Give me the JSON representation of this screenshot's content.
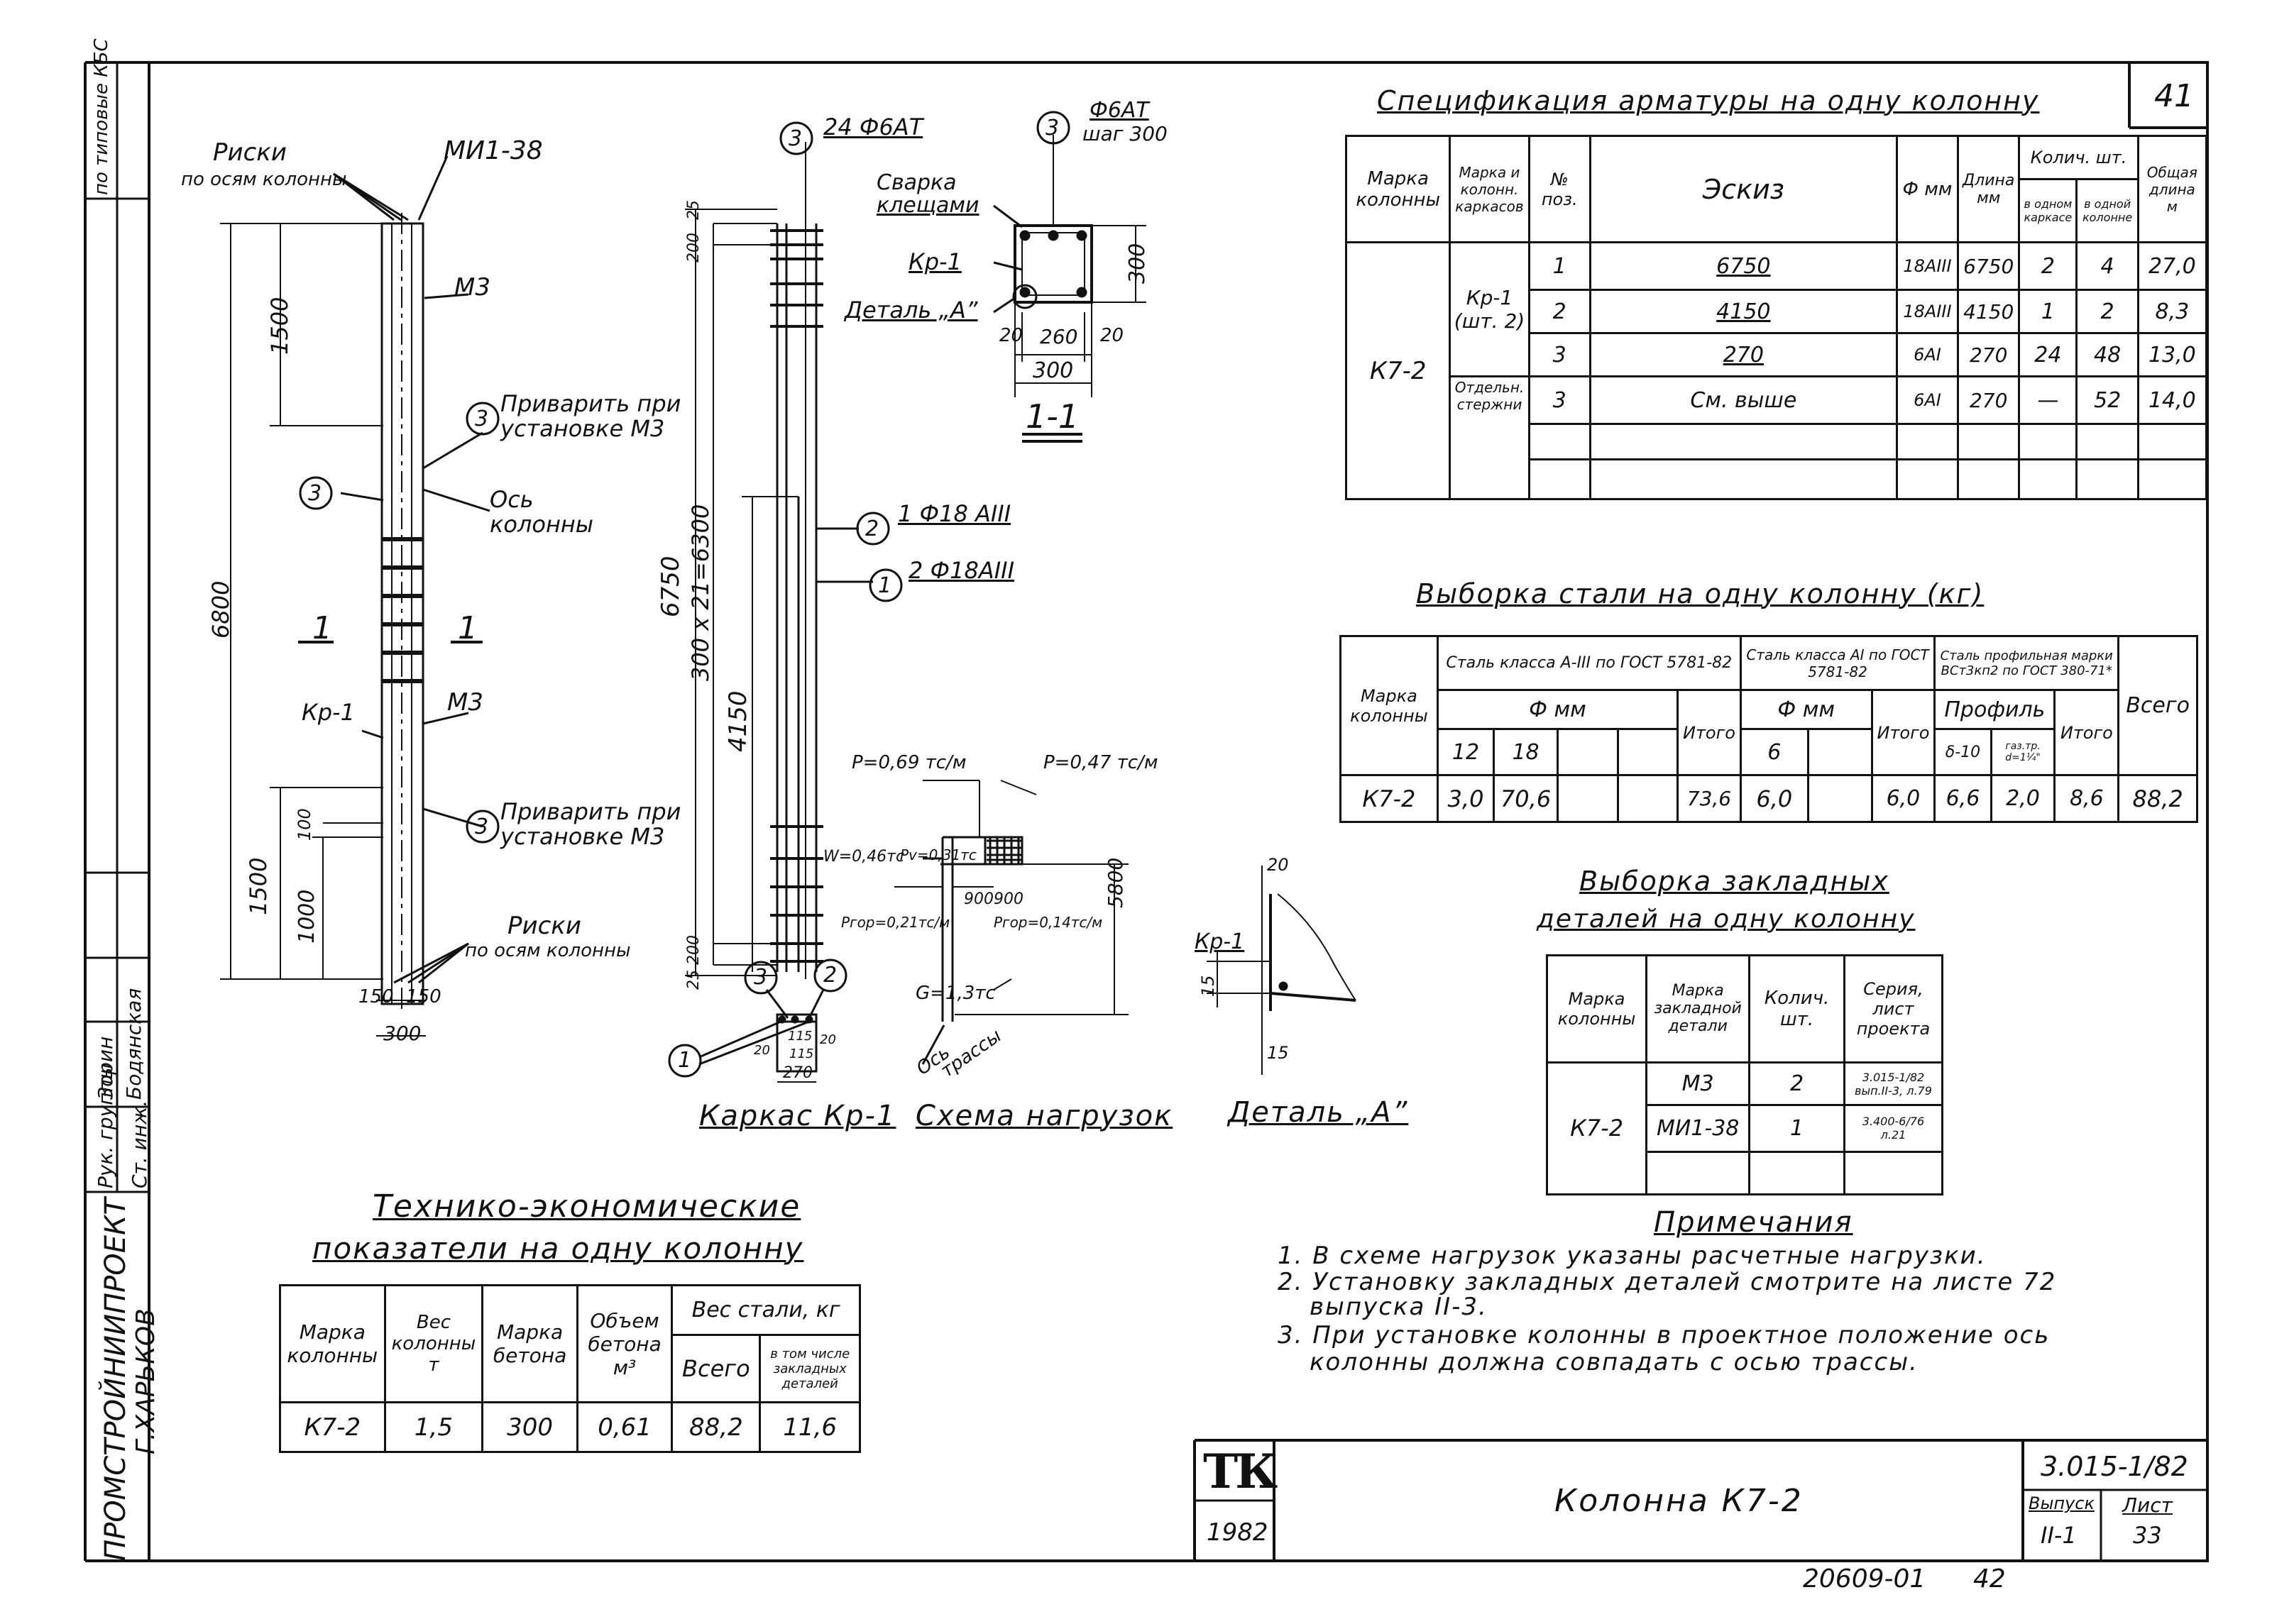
{
  "sheet": {
    "sheet_no_top": "41",
    "code": "3.015-1/82",
    "release_label": "Выпуск",
    "release_value": "II-1",
    "sheet_label": "Лист",
    "sheet_value": "33",
    "title": "Колонна К7-2",
    "logo": "ТК",
    "year": "1982",
    "archive_no": "20609-01",
    "archive_page": "42"
  },
  "left_strip": {
    "org": "ПРОМСТРОЙНИИПРОЕКТ",
    "city": "Г.ХАРЬКОВ",
    "rows": [
      {
        "role": "Ст. инж.",
        "name": ""
      },
      {
        "role": "Рук. группы",
        "name": "Зорин"
      },
      {
        "role": "",
        "name": "Бодянская"
      }
    ],
    "top_note": "по типовые КБС"
  },
  "drawing": {
    "column_view": {
      "riski_top": "Риски",
      "riski_top_sub": "по осям колонны",
      "mi_label": "МИ1-38",
      "m3_top": "М3",
      "m3_mid": "М3",
      "weld_text": "Приварить при",
      "weld_text2": "установке М3",
      "axis_label": "Ось",
      "axis_label2": "колонны",
      "section": "1",
      "frame_label": "Кр-1",
      "riski_bottom": "Риски",
      "riski_bottom_sub": "по осям колонны",
      "dims": [
        "1500",
        "6800",
        "1500",
        "1000",
        "100",
        "150",
        "150",
        "300"
      ],
      "callout": "3"
    },
    "frame_view": {
      "callout3": "3",
      "bar3": "24 Ф6АТ",
      "callout2": "2",
      "bar2": "1 Ф18 АIII",
      "callout1": "1",
      "bar1": "2 Ф18АIII",
      "dims": [
        "6750",
        "25",
        "200",
        "300 x 21=6300",
        "4150",
        "200",
        "25"
      ],
      "caption": "Каркас Кр-1"
    },
    "section_view": {
      "callout": "3",
      "bar": "Ф6АТ",
      "bar2": "шаг 300",
      "weld": "Сварка",
      "weld2": "клещами",
      "frame": "Кр-1",
      "detail": "Деталь „А”",
      "dims": [
        "300",
        "20",
        "260",
        "20",
        "300"
      ],
      "caption": "1-1"
    },
    "small_section": {
      "dims": [
        "20",
        "115",
        "20",
        "115",
        "270"
      ],
      "c1": "1",
      "c2": "2",
      "c3": "3"
    },
    "loads": {
      "p1": "P=0,69 тс/м",
      "p2": "P=0,47 тс/м",
      "w": "W=0,46тс",
      "pv": "Pv=0,31тс",
      "pgr1": "Pгор=0,21тс/м",
      "pgr2": "Pгор=0,14тс/м",
      "d1": "900",
      "d2": "900",
      "height": "5800",
      "g": "G=1,3тс",
      "axis": "Ось",
      "axis2": "трассы",
      "caption": "Схема нагрузок"
    },
    "detail_a": {
      "frame": "Кр-1",
      "d20": "20",
      "d15a": "15",
      "d15b": "15",
      "caption": "Деталь „А”"
    }
  },
  "spec": {
    "title": "Спецификация арматуры на одну колонну",
    "headers": {
      "mark": "Марка колонны",
      "frame": "Марка и колонн. каркасов",
      "pos": "№ поз.",
      "sketch": "Эскиз",
      "dia": "Ф мм",
      "len": "Длина мм",
      "qty": "Колич. шт.",
      "qty_frame": "в одном каркасе",
      "qty_col": "в одной колонне",
      "total": "Общая длина м"
    },
    "mark": "К7-2",
    "frame1": "Кр-1",
    "frame1b": "(шт. 2)",
    "frame2": "Отдельн. стержни",
    "rows": [
      {
        "pos": "1",
        "sketch": "6750",
        "dia": "18АIII",
        "len": "6750",
        "q1": "2",
        "q2": "4",
        "total": "27,0"
      },
      {
        "pos": "2",
        "sketch": "4150",
        "dia": "18АIII",
        "len": "4150",
        "q1": "1",
        "q2": "2",
        "total": "8,3"
      },
      {
        "pos": "3",
        "sketch": "270",
        "dia": "6АI",
        "len": "270",
        "q1": "24",
        "q2": "48",
        "total": "13,0"
      },
      {
        "pos": "3",
        "sketch": "См. выше",
        "dia": "6АI",
        "len": "270",
        "q1": "—",
        "q2": "52",
        "total": "14,0"
      }
    ]
  },
  "steel": {
    "title": "Выборка стали на одну колонну (кг)",
    "h_mark": "Марка колонны",
    "h_a3": "Сталь класса А-III по ГОСТ 5781-82",
    "h_a1": "Сталь класса АI по ГОСТ 5781-82",
    "h_prof": "Сталь профильная марки ВСт3кп2 по ГОСТ 380-71*",
    "h_fmm1": "Ф мм",
    "h_fmm2": "Ф мм",
    "h_profile": "Профиль",
    "h_itogo": "Итого",
    "h_vsego": "Всего",
    "d12": "12",
    "d18": "18",
    "d6": "6",
    "d810": "δ-10",
    "pipe": "газ.тр. d=1¼\"",
    "row": {
      "mark": "К7-2",
      "a12": "3,0",
      "a18": "70,6",
      "it1": "73,6",
      "a6": "6,0",
      "it2": "6,0",
      "s1": "6,6",
      "s2": "2,0",
      "it3": "8,6",
      "total": "88,2"
    }
  },
  "embedded": {
    "title": "Выборка закладных",
    "title2": "деталей на одну колонну",
    "h_mark": "Марка колонны",
    "h_det": "Марка закладной детали",
    "h_qty": "Колич. шт.",
    "h_ser": "Серия, лист проекта",
    "mark": "К7-2",
    "rows": [
      {
        "det": "М3",
        "qty": "2",
        "ser": "3.015-1/82 вып.II-3, л.79"
      },
      {
        "det": "МИ1-38",
        "qty": "1",
        "ser": "3.400-6/76 л.21"
      }
    ]
  },
  "notes": {
    "title": "Примечания",
    "items": [
      "1. В схеме нагрузок указаны расчетные нагрузки.",
      "2. Установку закладных деталей смотрите на листе 72",
      "выпуска II-3.",
      "3. При установке колонны в проектное положение ось",
      "колонны должна совпадать с осью трассы."
    ]
  },
  "tech": {
    "title": "Технико-экономические",
    "title2": "показатели на одну колонну",
    "h_mark": "Марка колонны",
    "h_weight": "Вес колонны т",
    "h_conc": "Марка бетона",
    "h_vol": "Объем бетона м³",
    "h_steel": "Вес стали, кг",
    "h_all": "Всего",
    "h_emb": "в том числе закладных деталей",
    "row": {
      "mark": "К7-2",
      "weight": "1,5",
      "conc": "300",
      "vol": "0,61",
      "all": "88,2",
      "emb": "11,6"
    }
  }
}
